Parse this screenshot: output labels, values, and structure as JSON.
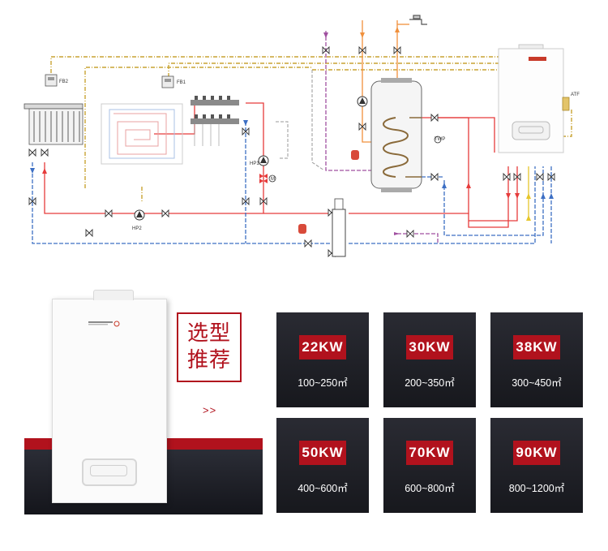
{
  "diagram": {
    "labels": {
      "fb2": "FB2",
      "fb1": "FB1",
      "atf": "ATF",
      "twp": "TWP",
      "hp1": "HP1",
      "hp2": "HP2",
      "m": "M"
    },
    "colors": {
      "hot": "#e63b3b",
      "return": "#3d6fc4",
      "signal": "#c9a433",
      "gas": "#e6c62b",
      "cold": "#a050a0",
      "dhw": "#f0903c",
      "pipe_grey": "#888888"
    }
  },
  "selection": {
    "title_line1": "选型",
    "title_line2": "推荐",
    "arrows": ">>",
    "accent": "#b1121d",
    "cards": [
      {
        "power": "22KW",
        "area": "100~250㎡"
      },
      {
        "power": "30KW",
        "area": "200~350㎡"
      },
      {
        "power": "38KW",
        "area": "300~450㎡"
      },
      {
        "power": "50KW",
        "area": "400~600㎡"
      },
      {
        "power": "70KW",
        "area": "600~800㎡"
      },
      {
        "power": "90KW",
        "area": "800~1200㎡"
      }
    ]
  }
}
